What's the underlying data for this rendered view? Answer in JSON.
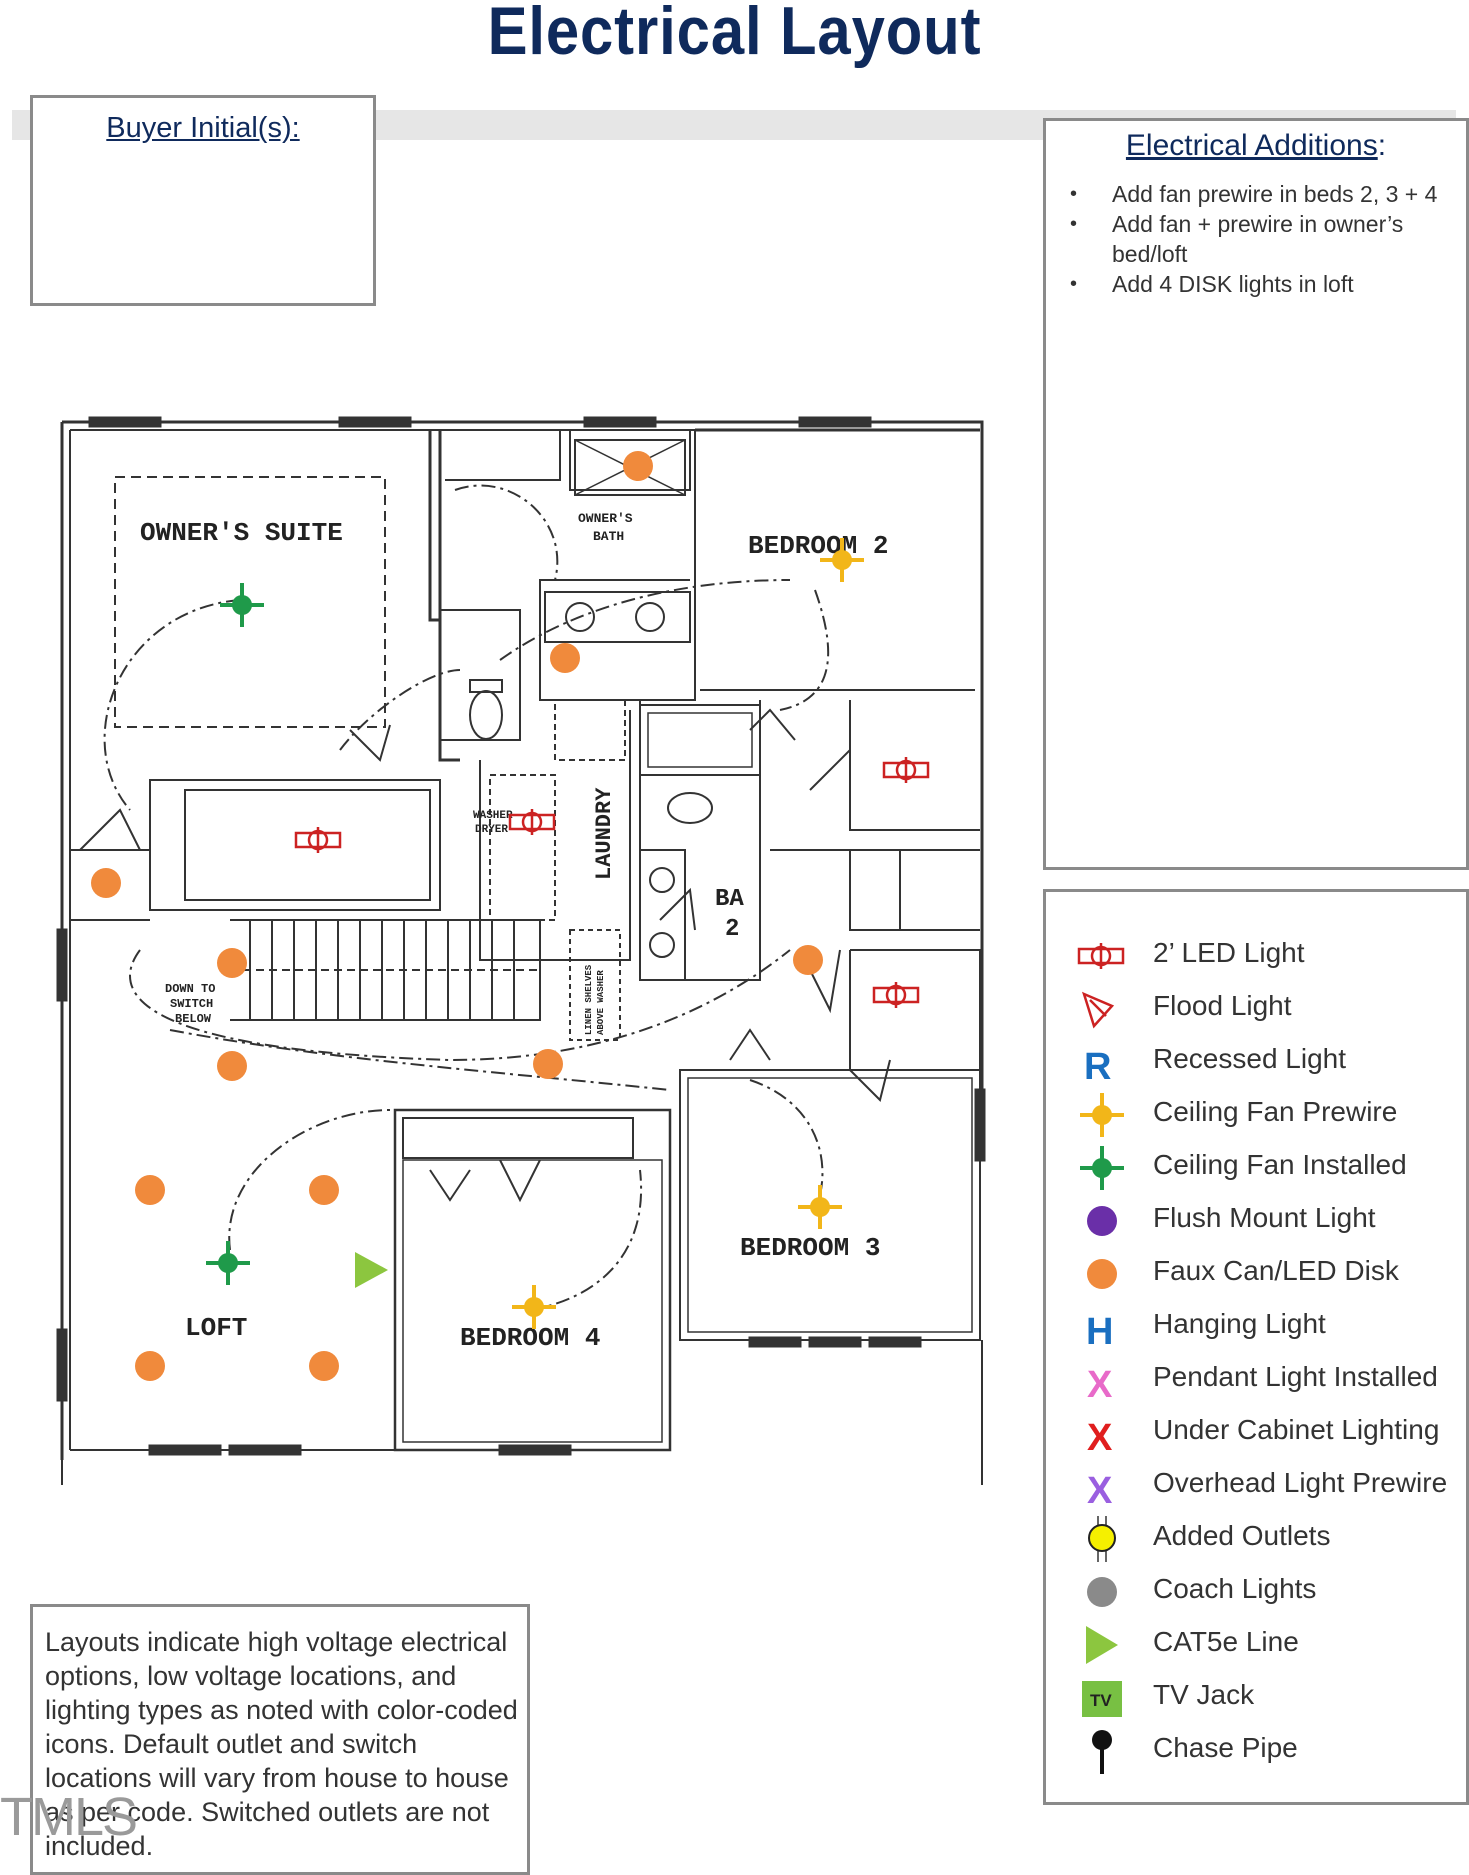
{
  "title": "Electrical Layout",
  "buyer_box": {
    "heading": "Buyer Initial(s):"
  },
  "additions": {
    "heading": "Electrical Additions",
    "heading_suffix": ":",
    "items": [
      "Add fan prewire in beds 2, 3 + 4",
      "Add fan + prewire in owner’s bed/loft",
      "Add 4 DISK lights in loft"
    ]
  },
  "legend": {
    "items": [
      {
        "label": "2’ LED Light",
        "icon": "led-light-icon",
        "color": "#cc2222"
      },
      {
        "label": "Flood Light",
        "icon": "flood-light-icon",
        "color": "#cc2222"
      },
      {
        "label": "Recessed Light",
        "icon": "recessed-light-icon",
        "color": "#1a6fc0",
        "glyph": "R"
      },
      {
        "label": "Ceiling Fan Prewire",
        "icon": "ceiling-fan-prewire-icon",
        "color": "#f2b619"
      },
      {
        "label": "Ceiling Fan Installed",
        "icon": "ceiling-fan-installed-icon",
        "color": "#1f9a4a"
      },
      {
        "label": "Flush Mount Light",
        "icon": "flush-mount-light-icon",
        "color": "#6a2fa8"
      },
      {
        "label": "Faux Can/LED Disk",
        "icon": "faux-can-led-disk-icon",
        "color": "#f08a3c"
      },
      {
        "label": "Hanging Light",
        "icon": "hanging-light-icon",
        "color": "#1a6fc0",
        "glyph": "H"
      },
      {
        "label": "Pendant Light Installed",
        "icon": "pendant-light-icon",
        "color": "#e86ac9",
        "glyph": "X"
      },
      {
        "label": "Under Cabinet Lighting",
        "icon": "under-cabinet-lighting-icon",
        "color": "#e01e1e",
        "glyph": "X"
      },
      {
        "label": "Overhead Light Prewire",
        "icon": "overhead-light-prewire-icon",
        "color": "#9a5fe0",
        "glyph": "X"
      },
      {
        "label": "Added Outlets",
        "icon": "added-outlet-icon",
        "color": "#f5f000"
      },
      {
        "label": "Coach Lights",
        "icon": "coach-light-icon",
        "color": "#8a8a8a"
      },
      {
        "label": "CAT5e Line",
        "icon": "cat5e-line-icon",
        "color": "#8cc63f"
      },
      {
        "label": "TV Jack",
        "icon": "tv-jack-icon",
        "color": "#78c043",
        "glyph": "TV"
      },
      {
        "label": "Chase Pipe",
        "icon": "chase-pipe-icon",
        "color": "#111111"
      }
    ]
  },
  "note": "Layouts indicate high voltage electrical options, low voltage locations, and lighting types as noted with color-coded icons. Default outlet and switch locations will vary from house to house as per code. Switched outlets are not included.",
  "watermark": "TMLS",
  "plan": {
    "rooms": {
      "owners_suite": "OWNER'S SUITE",
      "owners_bath_line1": "OWNER'S",
      "owners_bath_line2": "BATH",
      "bedroom2": "BEDROOM 2",
      "bedroom3": "BEDROOM 3",
      "bedroom4": "BEDROOM 4",
      "loft": "LOFT",
      "laundry": "LAUNDRY",
      "ba2_line1": "BA",
      "ba2_line2": "2",
      "washer_dryer_line1": "WASHER",
      "washer_dryer_line2": "DRYER",
      "stair_note_line1": "DOWN TO",
      "stair_note_line2": "SWITCH",
      "stair_note_line3": "BELOW",
      "linen_line1": "LINEN SHELVES",
      "linen_line2": "ABOVE WASHER"
    }
  }
}
